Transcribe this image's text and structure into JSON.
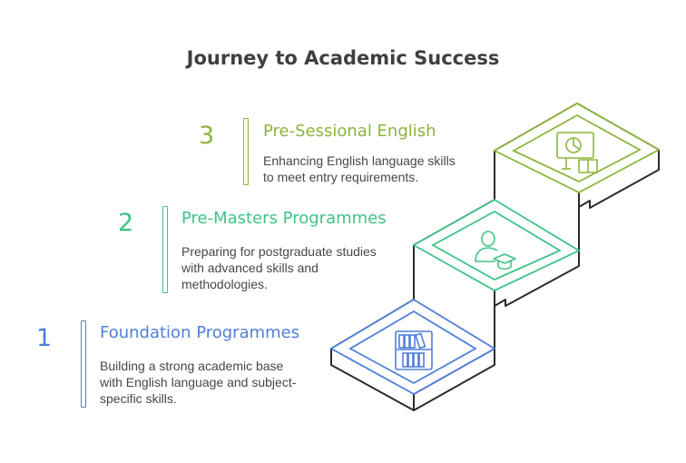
{
  "title": "Journey to Academic Success",
  "steps": [
    {
      "number": "3",
      "title": "Pre-Sessional English",
      "description": "Enhancing English language skills\nto meet entry requirements.",
      "color": "#8db53c",
      "icon": "presentation-book-icon"
    },
    {
      "number": "2",
      "title": "Pre-Masters Programmes",
      "description": "Preparing for postgraduate studies\nwith advanced skills and\nmethodologies.",
      "color": "#3fc386",
      "icon": "graduate-cap-icon"
    },
    {
      "number": "1",
      "title": "Foundation Programmes",
      "description": "Building a strong academic base\nwith English language and subject-\nspecific skills.",
      "color": "#4f7fd9",
      "icon": "bookshelf-icon"
    }
  ]
}
